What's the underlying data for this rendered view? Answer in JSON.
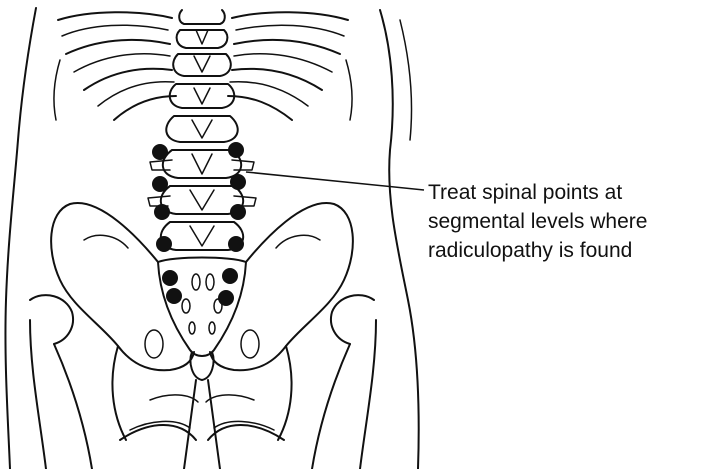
{
  "caption": {
    "lines": [
      "Treat spinal points at",
      "segmental levels where",
      "radiculopathy is found"
    ]
  },
  "colors": {
    "line": "#111111",
    "point": "#111111",
    "background": "#ffffff"
  },
  "icons": {
    "treatment_point": "filled-circle-dot"
  }
}
